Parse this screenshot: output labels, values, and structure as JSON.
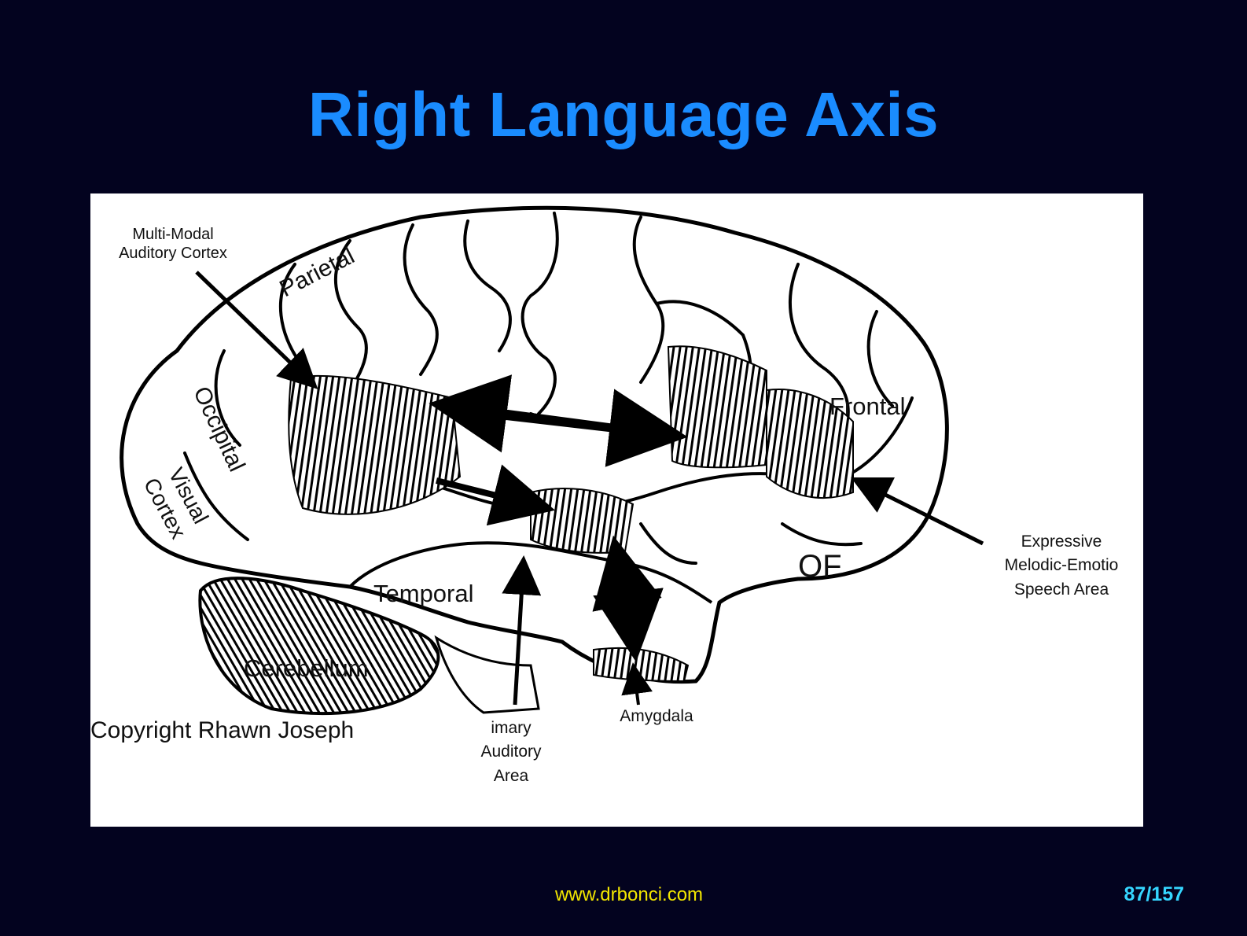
{
  "title": "Right Language Axis",
  "figure": {
    "labels": {
      "multimodal": "Multi-Modal\nAuditory Cortex",
      "parietal": "Parietal",
      "occipital": "Occipital",
      "visual_cortex": "Visual\nCortex",
      "frontal": "Frontal",
      "of": "OF",
      "temporal": "Temporal",
      "cerebellum": "Cerebellum",
      "expressive": "Expressive\nMelodic-Emotio\nSpeech Area",
      "primary_auditory": "imary\nAuditory\nArea",
      "amygdala": "Amygdala",
      "copyright": "Copyright Rhawn Joseph"
    }
  },
  "footer": {
    "url": "www.drbonci.com",
    "page": "87/157"
  },
  "colors": {
    "background": "#03031f",
    "title": "#1a8cff",
    "footer_url": "#f2e600",
    "page_number": "#35d6ff"
  }
}
